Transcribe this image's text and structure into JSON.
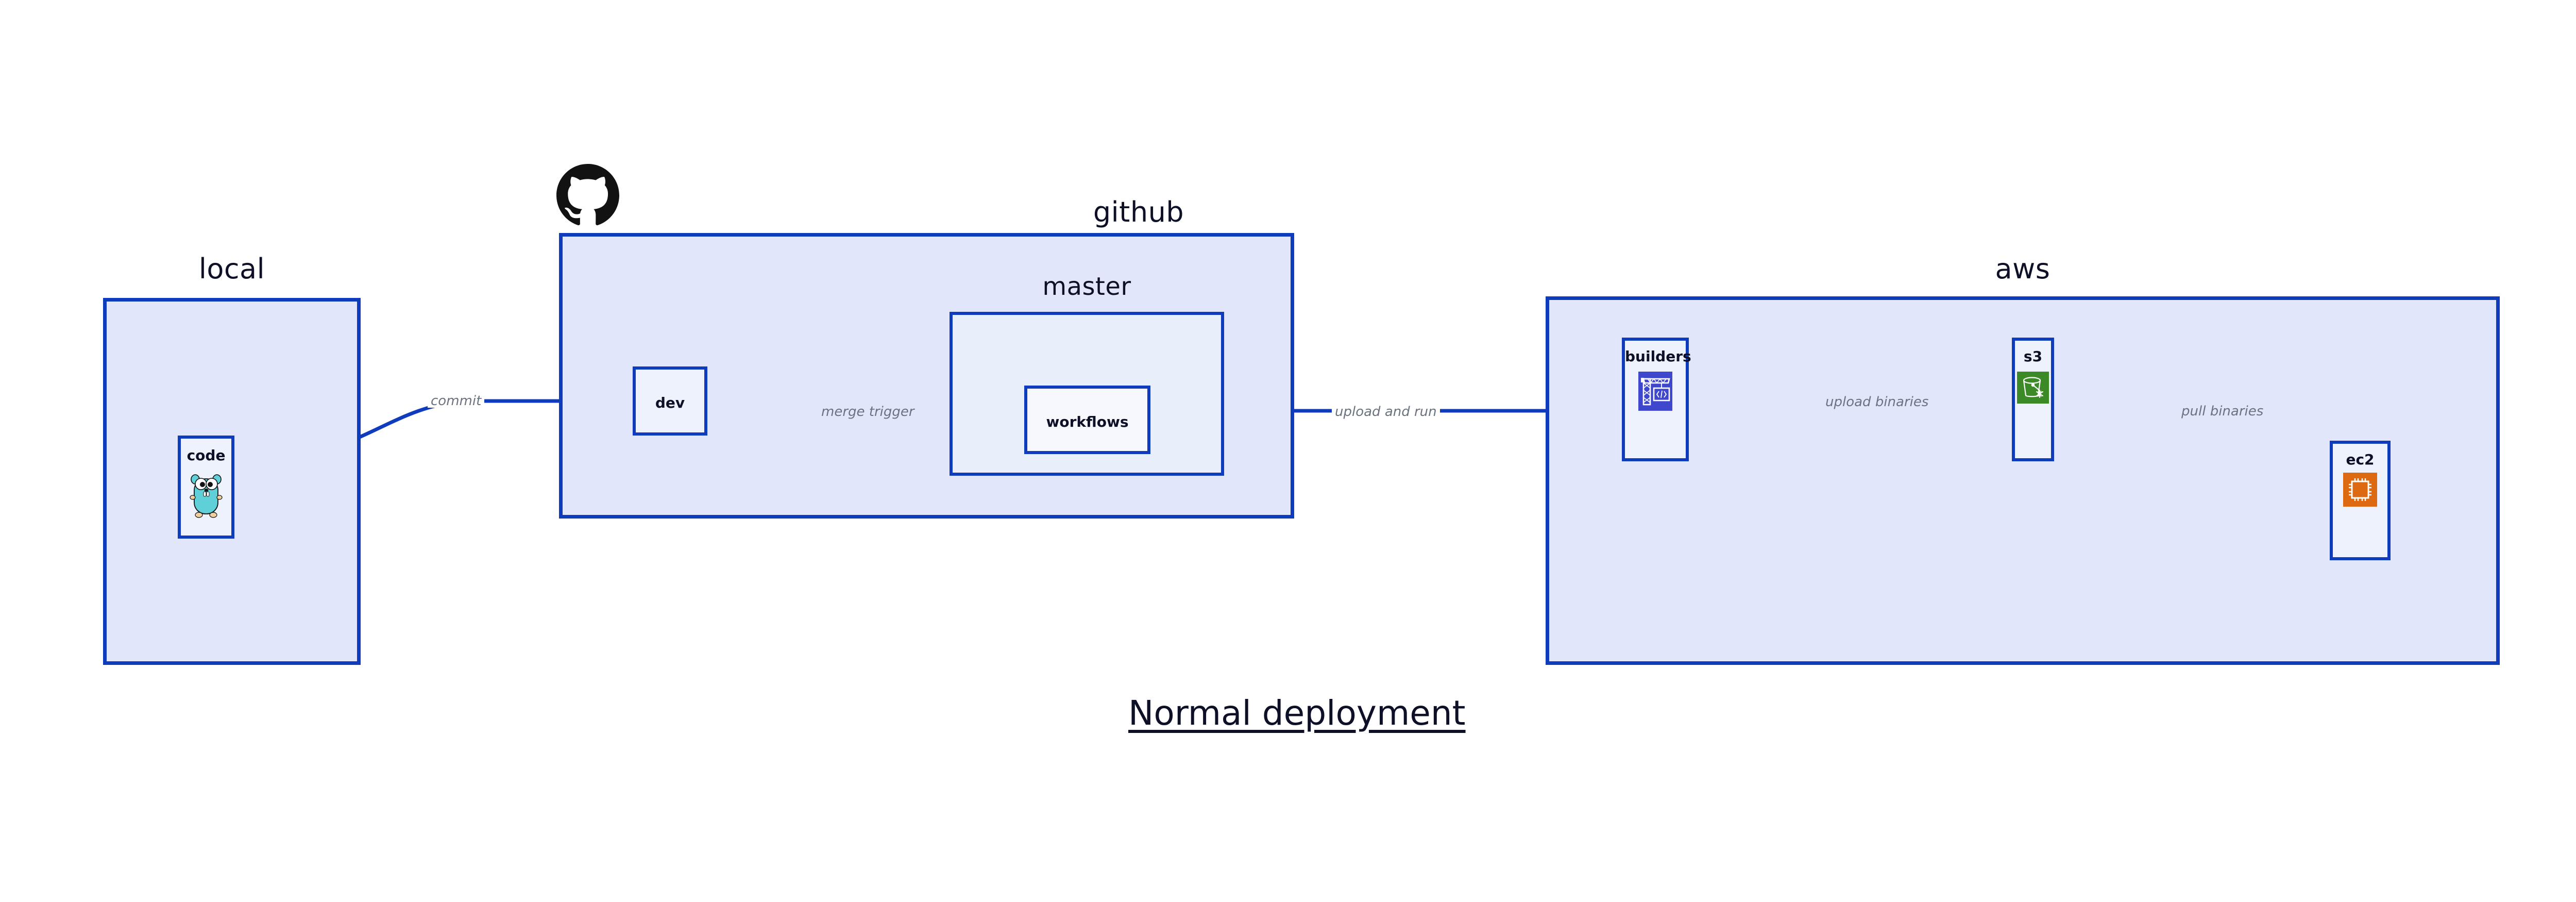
{
  "caption": "Normal deployment",
  "groups": [
    {
      "id": "local",
      "label": "local"
    },
    {
      "id": "github",
      "label": "github"
    },
    {
      "id": "aws",
      "label": "aws"
    }
  ],
  "subgroups": [
    {
      "id": "master",
      "label": "master",
      "parent": "github"
    }
  ],
  "nodes": [
    {
      "id": "code",
      "label": "code",
      "group": "local",
      "icon": "go-gopher-icon"
    },
    {
      "id": "dev",
      "label": "dev",
      "group": "github",
      "icon": "none"
    },
    {
      "id": "workflows",
      "label": "workflows",
      "group": "master",
      "icon": "none"
    },
    {
      "id": "builders",
      "label": "builders",
      "group": "aws",
      "icon": "aws-builders-crane-icon"
    },
    {
      "id": "s3",
      "label": "s3",
      "group": "aws",
      "icon": "aws-s3-glacier-bucket-icon"
    },
    {
      "id": "ec2",
      "label": "ec2",
      "group": "aws",
      "icon": "aws-ec2-chip-icon"
    }
  ],
  "edges": [
    {
      "id": "commit",
      "from": "code",
      "to": "dev",
      "label": "commit"
    },
    {
      "id": "merge-trigger",
      "from": "dev",
      "to": "workflows",
      "label": "merge trigger"
    },
    {
      "id": "upload-and-run",
      "from": "workflows",
      "to": "builders",
      "label": "upload and run"
    },
    {
      "id": "upload-binaries",
      "from": "builders",
      "to": "s3",
      "label": "upload binaries"
    },
    {
      "id": "pull-binaries",
      "from": "s3",
      "to": "ec2",
      "label": "pull binaries"
    }
  ],
  "brand_icons": [
    {
      "id": "github-octocat-icon",
      "name": "github-octocat-icon"
    }
  ],
  "colors": {
    "edge": "#0f3bbd",
    "border": "#0f3bbd",
    "group_fill": "#e1e6fa",
    "node_fill": "#eef2fd",
    "sub_fill": "#e9eefb",
    "label_text": "#0d1026",
    "edge_label_text": "#6b7280",
    "builders_icon_bg": "#3f48cc",
    "s3_icon_bg": "#3b8a27",
    "ec2_icon_bg": "#dd6a12",
    "gopher_body": "#5fcfd8",
    "octocat": "#121212",
    "page_bg": "#ffffff"
  }
}
